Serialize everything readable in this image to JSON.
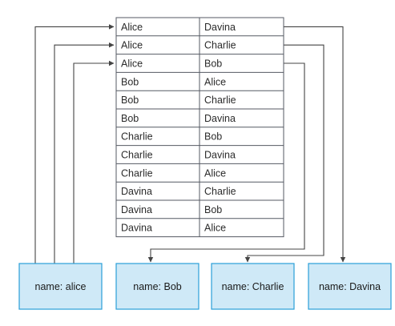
{
  "colors": {
    "node_fill": "#cfe9f7",
    "node_border": "#2a9fd8",
    "table_border": "#555a63",
    "connector": "#444444",
    "text": "#2b2b2b"
  },
  "relation_table": {
    "rows": [
      [
        "Alice",
        "Davina"
      ],
      [
        "Alice",
        "Charlie"
      ],
      [
        "Alice",
        "Bob"
      ],
      [
        "Bob",
        "Alice"
      ],
      [
        "Bob",
        "Charlie"
      ],
      [
        "Bob",
        "Davina"
      ],
      [
        "Charlie",
        "Bob"
      ],
      [
        "Charlie",
        "Davina"
      ],
      [
        "Charlie",
        "Alice"
      ],
      [
        "Davina",
        "Charlie"
      ],
      [
        "Davina",
        "Bob"
      ],
      [
        "Davina",
        "Alice"
      ]
    ]
  },
  "nodes": [
    {
      "id": "alice",
      "label": "name: alice"
    },
    {
      "id": "bob",
      "label": "name: Bob"
    },
    {
      "id": "charlie",
      "label": "name: Charlie"
    },
    {
      "id": "davina",
      "label": "name: Davina"
    }
  ],
  "edges": [
    {
      "from": "alice",
      "to_row": 0
    },
    {
      "from": "alice",
      "to_row": 1
    },
    {
      "from": "alice",
      "to_row": 2
    },
    {
      "from_row": 0,
      "to": "davina"
    },
    {
      "from_row": 1,
      "to": "charlie"
    },
    {
      "from_row": 2,
      "to": "bob"
    }
  ]
}
